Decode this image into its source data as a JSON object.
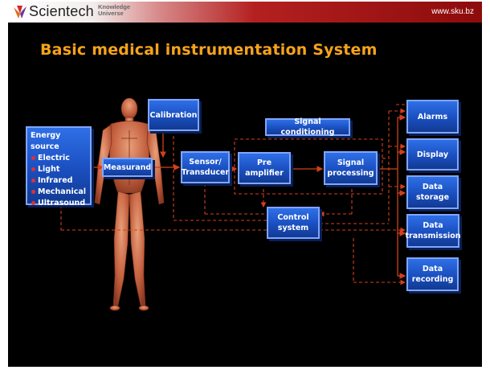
{
  "header": {
    "brand": "Scientech",
    "brand_sub_1": "Knowledge",
    "brand_sub_2": "Universe",
    "website": "www.sku.bz"
  },
  "title": "Basic medical instrumentation System",
  "energy": {
    "heading": "Energy source",
    "items": [
      "Electric",
      "Light",
      "Infrared",
      "Mechanical",
      "Ultrasound"
    ]
  },
  "blocks": {
    "measurand": "Measurand",
    "calibration": "Calibration",
    "signal_conditioning": "Signal conditioning",
    "sensor_1": "Sensor/",
    "sensor_2": "Transducer",
    "preamp_1": "Pre",
    "preamp_2": "amplifier",
    "processing_1": "Signal",
    "processing_2": "processing",
    "control_1": "Control",
    "control_2": "system"
  },
  "outputs": {
    "alarms": "Alarms",
    "display": "Display",
    "storage_1": "Data",
    "storage_2": "storage",
    "transmission_1": "Data",
    "transmission_2": "transmission",
    "recording_1": "Data",
    "recording_2": "recording"
  },
  "colors": {
    "accent_title": "#f6a31a",
    "box_fill": "#1f5bd6",
    "box_border": "#7fa6ff",
    "arrow": "#d2401c"
  }
}
